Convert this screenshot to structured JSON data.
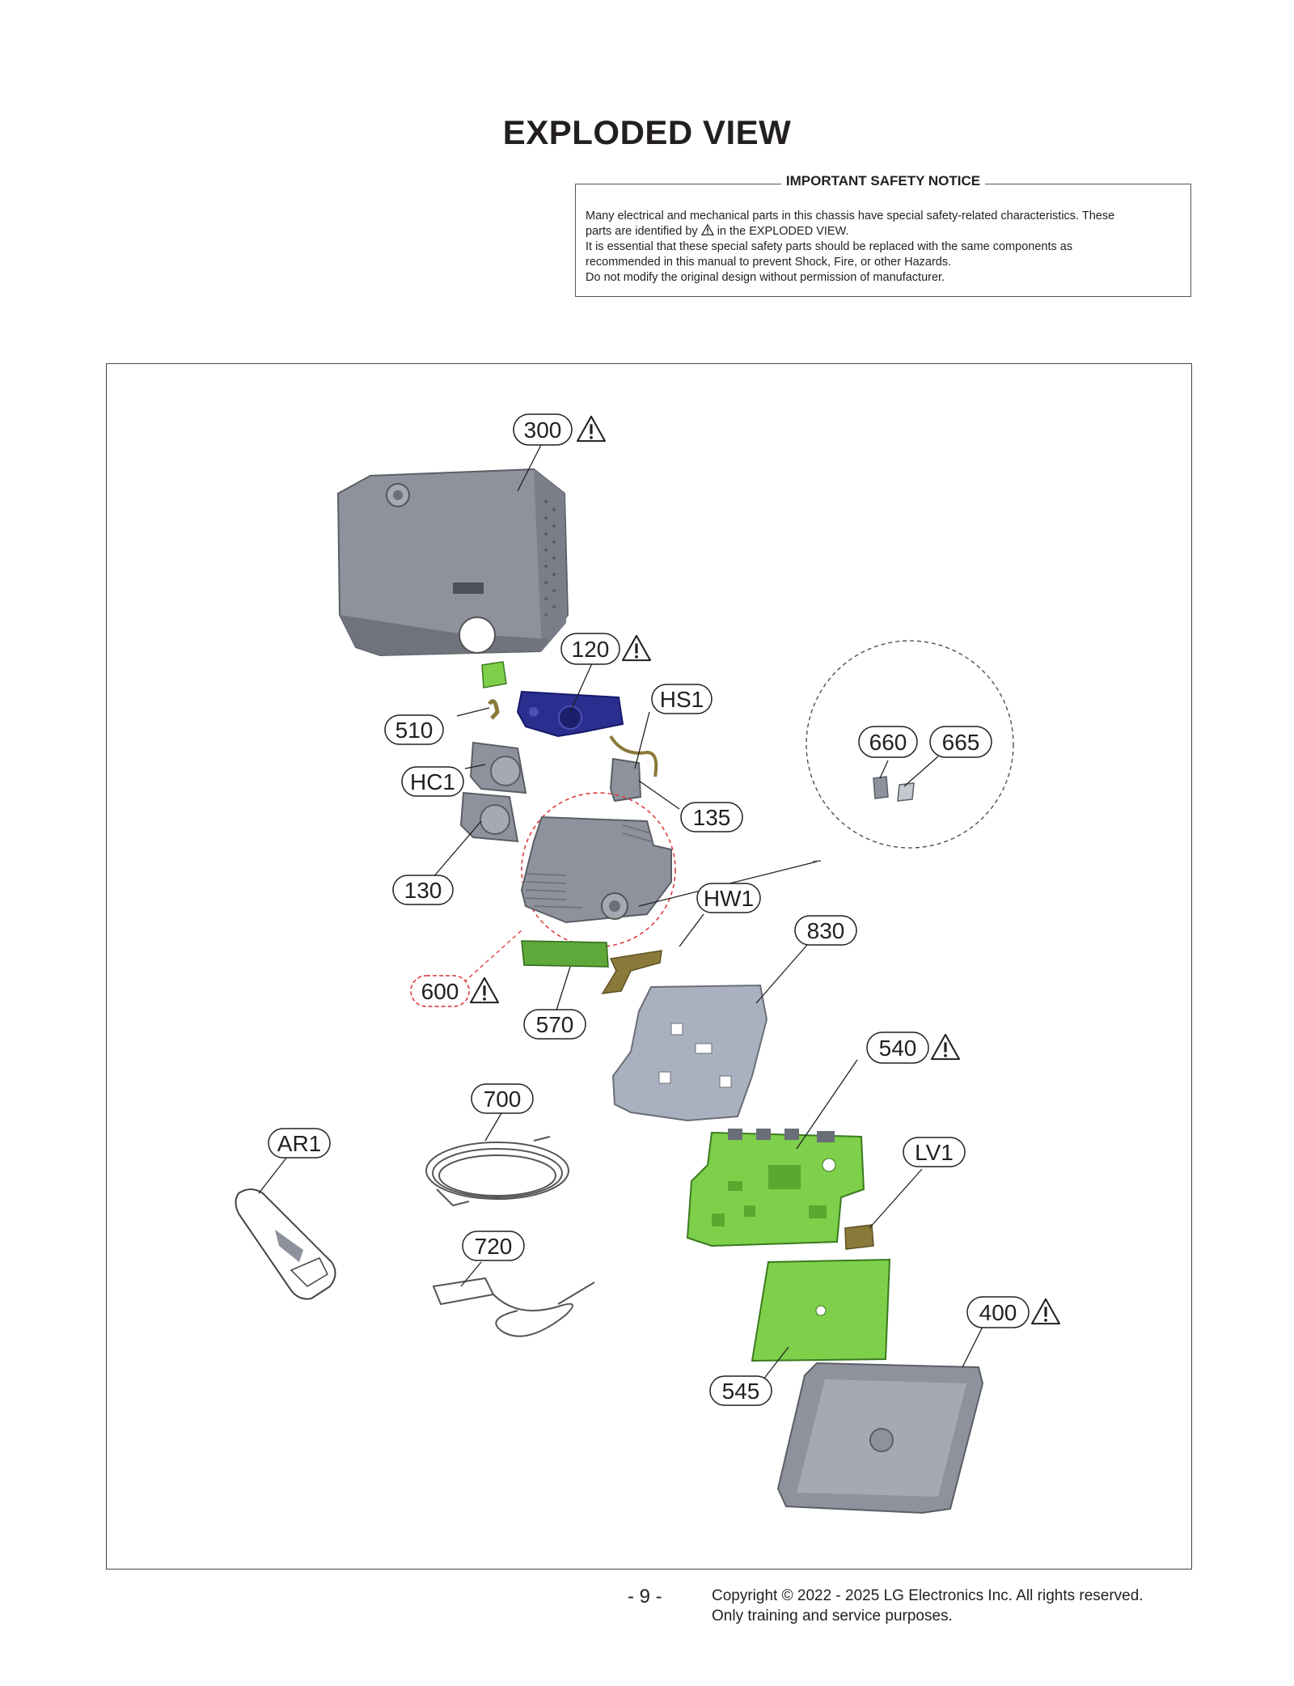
{
  "page": {
    "title": "EXPLODED VIEW",
    "page_number": "- 9 -"
  },
  "notice": {
    "heading": "IMPORTANT SAFETY NOTICE",
    "line1": "Many electrical and mechanical parts in this chassis have special safety-related characteristics. These",
    "line2a": "parts are identified by",
    "line2b": "in the EXPLODED VIEW.",
    "line3": "It is essential that these special safety parts should be replaced with the same components as",
    "line4": "recommended in this manual to prevent Shock, Fire, or other Hazards.",
    "line5": "Do not modify the original design without permission of manufacturer."
  },
  "footer": {
    "copyright": "Copyright © 2022 - 2025 LG Electronics Inc. All rights reserved.",
    "usage": "Only training and service purposes."
  },
  "callouts": {
    "c300": "300",
    "c120": "120",
    "c510": "510",
    "hs1": "HS1",
    "c660": "660",
    "c665": "665",
    "hc1": "HC1",
    "c135": "135",
    "c130": "130",
    "hw1": "HW1",
    "c830": "830",
    "c600": "600",
    "c570": "570",
    "c540": "540",
    "c700": "700",
    "ar1": "AR1",
    "lv1": "LV1",
    "c720": "720",
    "c400": "400",
    "c545": "545"
  },
  "colors": {
    "housing_gray": "#8e929c",
    "lens_blue": "#2a2f8f",
    "pcb_green": "#7ecf4a",
    "cable_olive": "#8a7a3a",
    "safety_red": "#d33"
  }
}
